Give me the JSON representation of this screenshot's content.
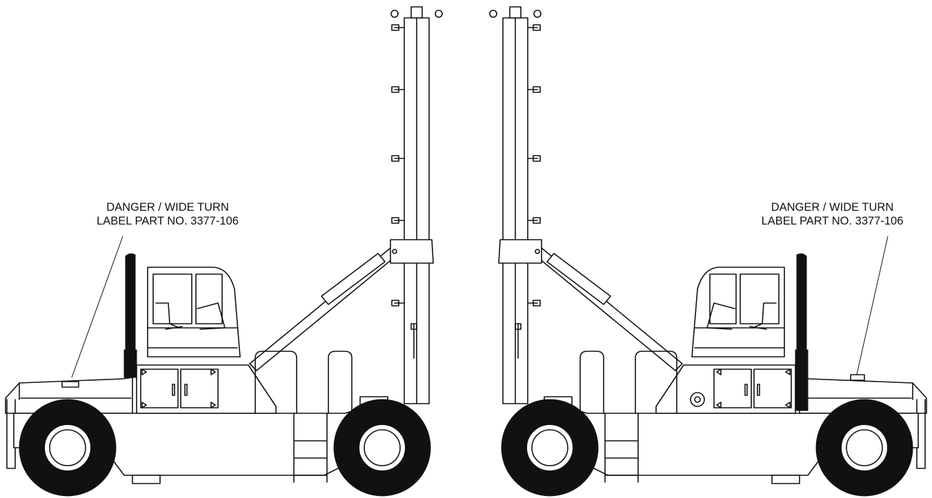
{
  "figure": {
    "views": [
      {
        "name": "left-side-view",
        "callout": {
          "line1": "DANGER / WIDE TURN",
          "line2": "LABEL PART NO. 3377-106"
        }
      },
      {
        "name": "right-side-view",
        "callout": {
          "line1": "DANGER / WIDE TURN",
          "line2": "LABEL PART NO. 3377-106"
        }
      }
    ],
    "colors": {
      "line": "#111111",
      "background": "#ffffff"
    }
  }
}
